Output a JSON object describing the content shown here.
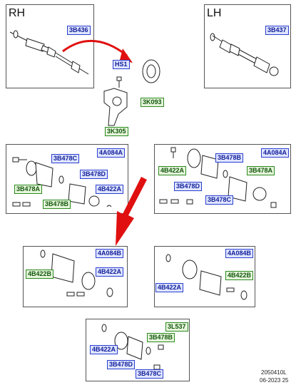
{
  "headers": {
    "rh": "RH",
    "lh": "LH"
  },
  "top": {
    "rh_shaft": "3B436",
    "lh_shaft": "3B437",
    "bolt": "HS1",
    "bearing": "3K093",
    "bracket": "3K305"
  },
  "kit_rh": {
    "title": "4A084A",
    "clamp_small": "3B478C",
    "boot_a": "3B478A",
    "clamp_d": "3B478D",
    "clamp_b": "3B478B",
    "small_kit": "4B422A"
  },
  "kit_lh": {
    "title": "4A084A",
    "clamp_b": "3B478B",
    "kit_a": "4B422A",
    "boot_a": "3B478A",
    "clamp_d": "3B478D",
    "clamp_c": "3B478C"
  },
  "kit_mid_left": {
    "title": "4A084B",
    "kit_b": "4B422B",
    "kit_a": "4B422A"
  },
  "kit_mid_right": {
    "title": "4A084B",
    "kit_a": "4B422A",
    "kit_b": "4B422B"
  },
  "kit_bottom": {
    "title": "3L537",
    "kit_a": "4B422A",
    "clamp_b": "3B478B",
    "clamp_d": "3B478D",
    "clamp_c": "3B478C"
  },
  "footer": {
    "code": "2050410L",
    "date": "06-2023 25"
  },
  "colors": {
    "arrow": "#e01010",
    "part_code_bg": "#dfe5ff",
    "kit_code_bg": "#e6f5dc"
  }
}
